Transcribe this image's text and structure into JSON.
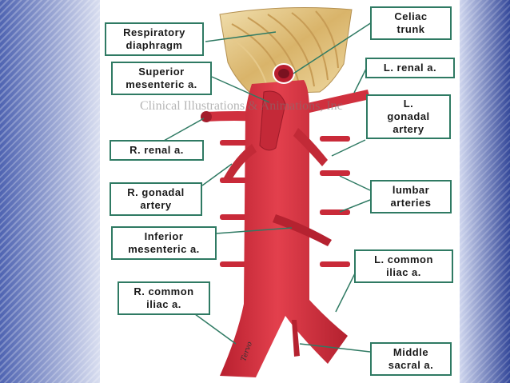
{
  "watermark": "Clinical Illustrations & Animations, Inc",
  "signature": "Tervo",
  "colors": {
    "artery": "#d82f3e",
    "artery_dark": "#a31d2c",
    "box_border": "#2f7a63",
    "leader_line": "#2f7a63",
    "diaphragm": "#e8cf97"
  },
  "labels": {
    "respiratory_diaphragm": [
      "Respiratory",
      "diaphragm"
    ],
    "celiac_trunk": [
      "Celiac",
      "trunk"
    ],
    "superior_mesenteric": [
      "Superior",
      "mesenteric a."
    ],
    "l_renal": [
      "L. renal a."
    ],
    "l_gonadal": [
      "L.",
      "gonadal",
      "artery"
    ],
    "r_renal": [
      "R. renal a."
    ],
    "r_gonadal": [
      "R. gonadal",
      "artery"
    ],
    "lumbar": [
      "lumbar",
      "arteries"
    ],
    "inferior_mesenteric": [
      "Inferior",
      "mesenteric a."
    ],
    "l_common_iliac": [
      "L. common",
      "iliac a."
    ],
    "r_common_iliac": [
      "R. common",
      "iliac a."
    ],
    "middle_sacral": [
      "Middle",
      "sacral a."
    ]
  }
}
